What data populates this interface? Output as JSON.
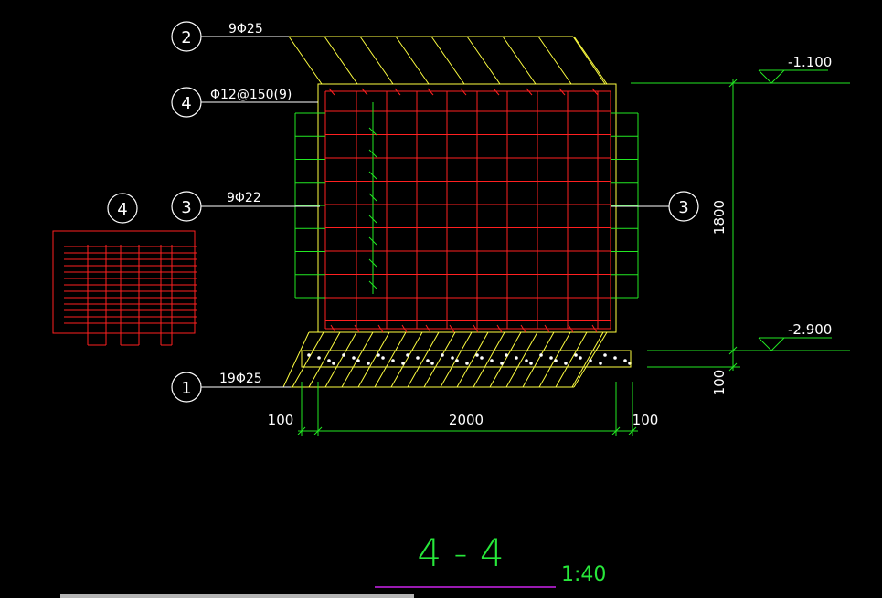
{
  "drawing": {
    "rebar_labels": {
      "top": "9Φ25",
      "stirrup": "Φ12@150(9)",
      "side": "9Φ22",
      "bottom": "19Φ25"
    },
    "callouts": {
      "top": "2",
      "stirrup": "4",
      "side_left": "3",
      "side_right": "3",
      "bottom": "1",
      "detail": "4"
    },
    "dimensions": {
      "width": "2000",
      "left_cover": "100",
      "right_cover": "100",
      "height": "1800",
      "bottom_cover": "100"
    },
    "elevations": {
      "top": "-1.100",
      "bottom": "-2.900"
    },
    "section": {
      "title": "4 - 4",
      "scale": "1:40"
    },
    "colors": {
      "concrete": "#ffff40",
      "rebar": "#ff2020",
      "dimension": "#22e822",
      "text": "#ffffff",
      "title_underline": "#cc22ee"
    }
  }
}
